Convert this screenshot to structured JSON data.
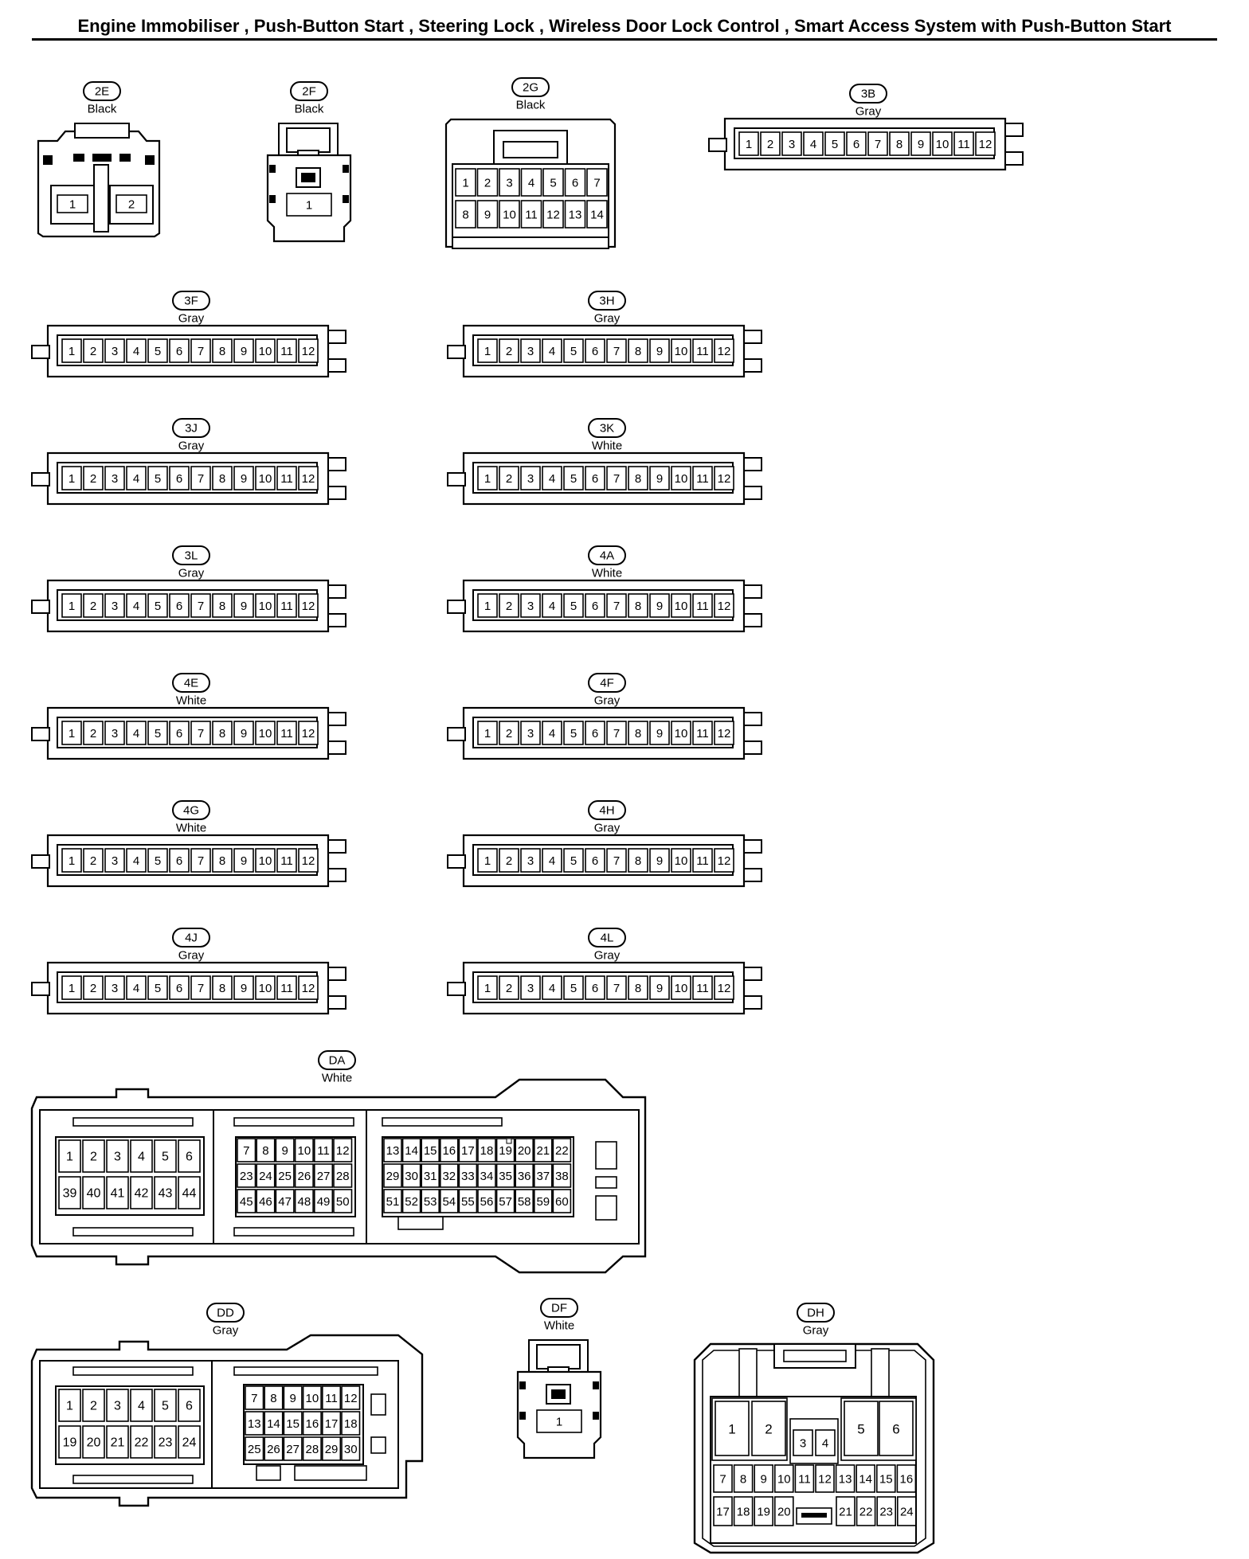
{
  "title": "Engine Immobiliser , Push-Button Start , Steering Lock , Wireless Door Lock Control , Smart Access System with Push-Button Start",
  "connectors": [
    {
      "id": "2E",
      "color": "Black",
      "kind": "small2",
      "pins": [
        [
          "1",
          "2"
        ]
      ]
    },
    {
      "id": "2F",
      "color": "Black",
      "kind": "small1",
      "pins": [
        [
          "1"
        ]
      ]
    },
    {
      "id": "2G",
      "color": "Black",
      "kind": "grid14",
      "pins": [
        [
          "1",
          "2",
          "3",
          "4",
          "5",
          "6",
          "7"
        ],
        [
          "8",
          "9",
          "10",
          "11",
          "12",
          "13",
          "14"
        ]
      ]
    },
    {
      "id": "3B",
      "color": "Gray",
      "kind": "strip12",
      "pins": [
        [
          "1",
          "2",
          "3",
          "4",
          "5",
          "6",
          "7",
          "8",
          "9",
          "10",
          "11",
          "12"
        ]
      ]
    },
    {
      "id": "3F",
      "color": "Gray",
      "kind": "strip12",
      "pins": [
        [
          "1",
          "2",
          "3",
          "4",
          "5",
          "6",
          "7",
          "8",
          "9",
          "10",
          "11",
          "12"
        ]
      ]
    },
    {
      "id": "3H",
      "color": "Gray",
      "kind": "strip12",
      "pins": [
        [
          "1",
          "2",
          "3",
          "4",
          "5",
          "6",
          "7",
          "8",
          "9",
          "10",
          "11",
          "12"
        ]
      ]
    },
    {
      "id": "3J",
      "color": "Gray",
      "kind": "strip12",
      "pins": [
        [
          "1",
          "2",
          "3",
          "4",
          "5",
          "6",
          "7",
          "8",
          "9",
          "10",
          "11",
          "12"
        ]
      ]
    },
    {
      "id": "3K",
      "color": "White",
      "kind": "strip12",
      "pins": [
        [
          "1",
          "2",
          "3",
          "4",
          "5",
          "6",
          "7",
          "8",
          "9",
          "10",
          "11",
          "12"
        ]
      ]
    },
    {
      "id": "3L",
      "color": "Gray",
      "kind": "strip12",
      "pins": [
        [
          "1",
          "2",
          "3",
          "4",
          "5",
          "6",
          "7",
          "8",
          "9",
          "10",
          "11",
          "12"
        ]
      ]
    },
    {
      "id": "4A",
      "color": "White",
      "kind": "strip12",
      "pins": [
        [
          "1",
          "2",
          "3",
          "4",
          "5",
          "6",
          "7",
          "8",
          "9",
          "10",
          "11",
          "12"
        ]
      ]
    },
    {
      "id": "4E",
      "color": "White",
      "kind": "strip12",
      "pins": [
        [
          "1",
          "2",
          "3",
          "4",
          "5",
          "6",
          "7",
          "8",
          "9",
          "10",
          "11",
          "12"
        ]
      ]
    },
    {
      "id": "4F",
      "color": "Gray",
      "kind": "strip12",
      "pins": [
        [
          "1",
          "2",
          "3",
          "4",
          "5",
          "6",
          "7",
          "8",
          "9",
          "10",
          "11",
          "12"
        ]
      ]
    },
    {
      "id": "4G",
      "color": "White",
      "kind": "strip12",
      "pins": [
        [
          "1",
          "2",
          "3",
          "4",
          "5",
          "6",
          "7",
          "8",
          "9",
          "10",
          "11",
          "12"
        ]
      ]
    },
    {
      "id": "4H",
      "color": "Gray",
      "kind": "strip12",
      "pins": [
        [
          "1",
          "2",
          "3",
          "4",
          "5",
          "6",
          "7",
          "8",
          "9",
          "10",
          "11",
          "12"
        ]
      ]
    },
    {
      "id": "4J",
      "color": "Gray",
      "kind": "strip12",
      "pins": [
        [
          "1",
          "2",
          "3",
          "4",
          "5",
          "6",
          "7",
          "8",
          "9",
          "10",
          "11",
          "12"
        ]
      ]
    },
    {
      "id": "4L",
      "color": "Gray",
      "kind": "strip12",
      "pins": [
        [
          "1",
          "2",
          "3",
          "4",
          "5",
          "6",
          "7",
          "8",
          "9",
          "10",
          "11",
          "12"
        ]
      ]
    },
    {
      "id": "DA",
      "color": "White",
      "kind": "ecu60",
      "blocks": [
        [
          [
            "1",
            "2",
            "3",
            "4",
            "5",
            "6"
          ],
          [
            "39",
            "40",
            "41",
            "42",
            "43",
            "44"
          ]
        ],
        [
          [
            "7",
            "8",
            "9",
            "10",
            "11",
            "12"
          ],
          [
            "23",
            "24",
            "25",
            "26",
            "27",
            "28"
          ],
          [
            "45",
            "46",
            "47",
            "48",
            "49",
            "50"
          ]
        ],
        [
          [
            "13",
            "14",
            "15",
            "16",
            "17",
            "18",
            "19",
            "20",
            "21",
            "22"
          ],
          [
            "29",
            "30",
            "31",
            "32",
            "33",
            "34",
            "35",
            "36",
            "37",
            "38"
          ],
          [
            "51",
            "52",
            "53",
            "54",
            "55",
            "56",
            "57",
            "58",
            "59",
            "60"
          ]
        ]
      ]
    },
    {
      "id": "DD",
      "color": "Gray",
      "kind": "ecu30",
      "blocks": [
        [
          [
            "1",
            "2",
            "3",
            "4",
            "5",
            "6"
          ],
          [
            "19",
            "20",
            "21",
            "22",
            "23",
            "24"
          ]
        ],
        [
          [
            "7",
            "8",
            "9",
            "10",
            "11",
            "12"
          ],
          [
            "13",
            "14",
            "15",
            "16",
            "17",
            "18"
          ],
          [
            "25",
            "26",
            "27",
            "28",
            "29",
            "30"
          ]
        ]
      ]
    },
    {
      "id": "DF",
      "color": "White",
      "kind": "small1",
      "pins": [
        [
          "1"
        ]
      ]
    },
    {
      "id": "DH",
      "color": "Gray",
      "kind": "dh24",
      "big": [
        "1",
        "2",
        "5",
        "6"
      ],
      "mid": [
        "3",
        "4"
      ],
      "rows": [
        [
          "7",
          "8",
          "9",
          "10",
          "11",
          "12",
          "13",
          "14",
          "15",
          "16"
        ],
        [
          "17",
          "18",
          "19",
          "20",
          "21",
          "22",
          "23",
          "24"
        ]
      ]
    }
  ]
}
